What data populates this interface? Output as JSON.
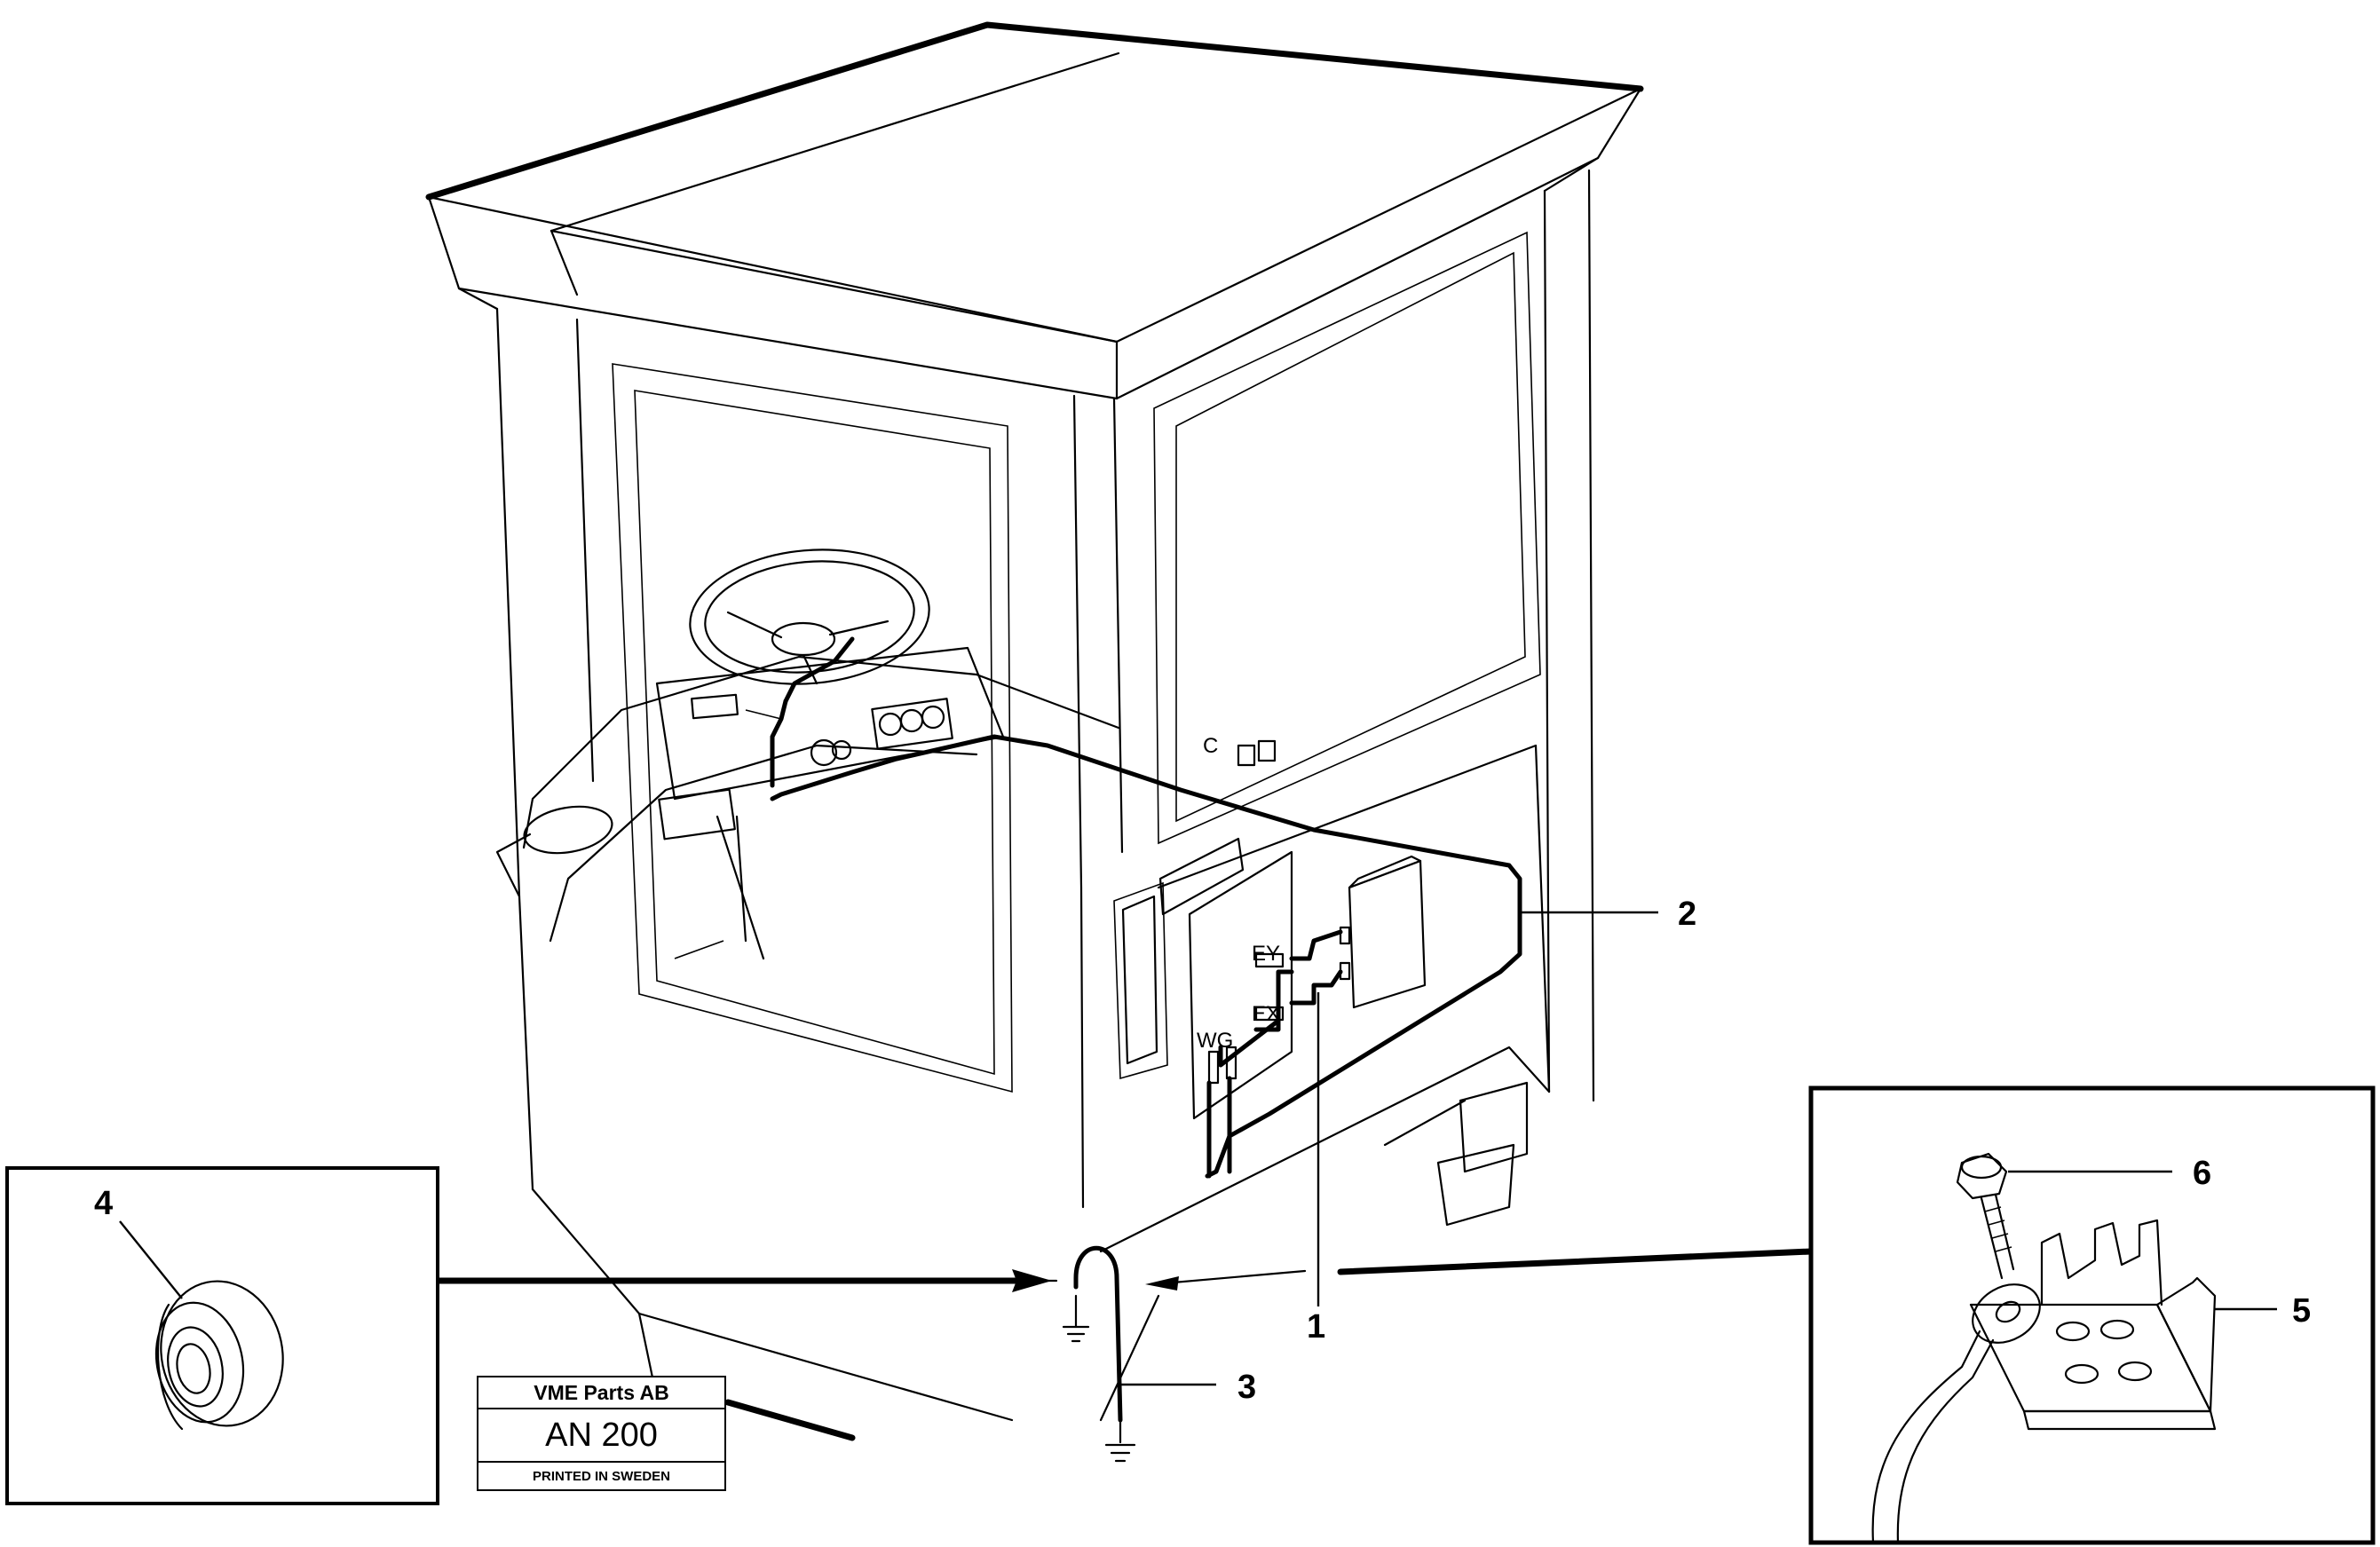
{
  "callouts": [
    "1",
    "2",
    "3",
    "4",
    "5",
    "6"
  ],
  "panel_marks": {
    "ey": "EY",
    "ex": "EX",
    "wg": "WG",
    "c": "C"
  },
  "stamp": {
    "company": "VME Parts AB",
    "code": "AN 200",
    "printed": "PRINTED IN SWEDEN"
  }
}
